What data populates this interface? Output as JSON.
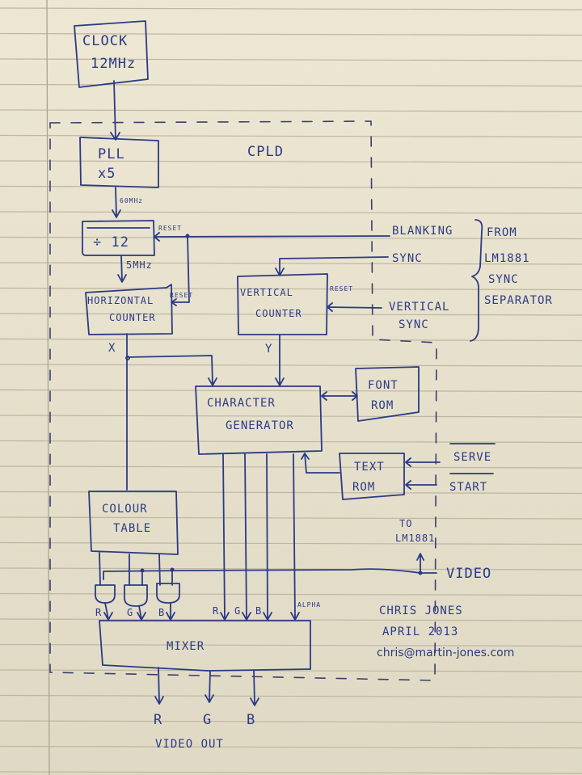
{
  "diagram": {
    "region_label": "CPLD",
    "blocks": {
      "clock": {
        "line1": "CLOCK",
        "line2": "12MHz"
      },
      "pll": {
        "line1": "PLL",
        "line2": "x5"
      },
      "divider": {
        "label": "÷ 12"
      },
      "horizontal_counter": {
        "line1": "HORIZONTAL",
        "line2": "COUNTER"
      },
      "vertical_counter": {
        "line1": "VERTICAL",
        "line2": "COUNTER"
      },
      "character_generator": {
        "line1": "CHARACTER",
        "line2": "GENERATOR"
      },
      "font_rom": {
        "line1": "FONT",
        "line2": "ROM"
      },
      "text_rom": {
        "line1": "TEXT",
        "line2": "ROM"
      },
      "colour_table": {
        "line1": "COLOUR",
        "line2": "TABLE"
      },
      "mixer": {
        "label": "MIXER"
      }
    },
    "signals": {
      "pll_out": "60MHz",
      "divider_out": "5MHz",
      "divider_reset": "RESET",
      "hcounter_reset": "RESET",
      "vcounter_reset": "RESET",
      "x": "X",
      "y": "Y",
      "blanking": "BLANKING",
      "sync": "SYNC",
      "vertical_sync_line1": "VERTICAL",
      "vertical_sync_line2": "SYNC",
      "serve": "SERVE",
      "start": "START",
      "video": "VIDEO",
      "to_lm1881_line1": "TO",
      "to_lm1881_line2": "LM1881",
      "gate_r": "R",
      "gate_g": "G",
      "gate_b": "B",
      "char_r": "R",
      "char_g": "G",
      "char_b": "B",
      "alpha": "ALPHA",
      "out_r": "R",
      "out_g": "G",
      "out_b": "B",
      "video_out": "VIDEO OUT"
    },
    "source_note": [
      "FROM",
      "LM1881",
      "SYNC",
      "SEPARATOR"
    ],
    "signature": {
      "name": "CHRIS JONES",
      "date": "APRIL 2013",
      "email": "chris@martin-jones.com"
    }
  },
  "colors": {
    "paper": "#ebe5cf",
    "ink": "#2b3a86",
    "rule": "#bdb6a0"
  }
}
